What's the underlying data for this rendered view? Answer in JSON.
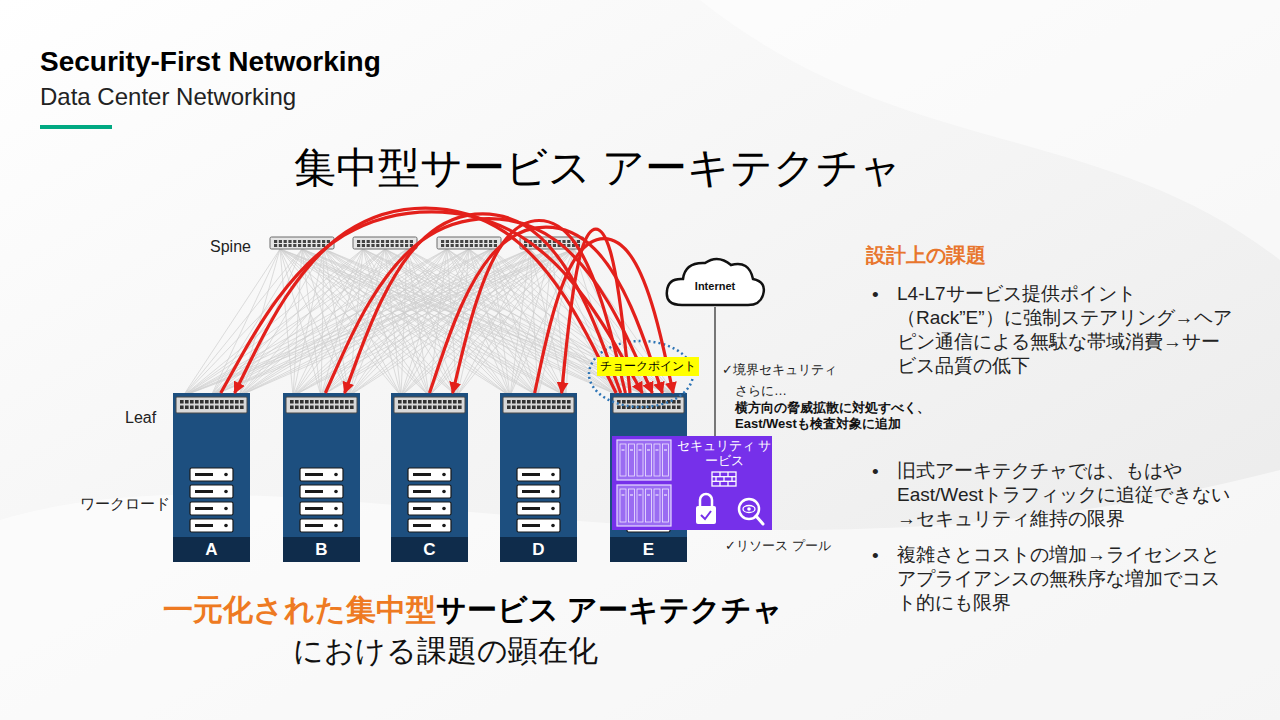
{
  "diagram": {
    "title": "集中型サービス アーキテクチャ",
    "nodes": [
      {
        "text": [
          "Internet"
        ]
      },
      {
        "text": [
          "チョークポイント"
        ]
      },
      {
        "text": [
          "A"
        ]
      },
      {
        "text": [
          "B"
        ]
      },
      {
        "text": [
          "C"
        ]
      },
      {
        "text": [
          "D"
        ]
      },
      {
        "text": [
          "E"
        ]
      },
      {
        "text": [
          "セキュリティ サービス"
        ],
        "in": 6
      }
    ],
    "edges": [
      {
        "from": 6,
        "to": 2,
        "arrow": "to"
      },
      {
        "from": 6,
        "to": 3,
        "arrow": "to"
      },
      {
        "from": 6,
        "to": 4,
        "arrow": "to"
      },
      {
        "from": 6,
        "to": 5,
        "arrow": "to"
      },
      {
        "from": 2,
        "to": 6,
        "arrow": "to"
      },
      {
        "from": 3,
        "to": 6,
        "arrow": "to"
      },
      {
        "from": 4,
        "to": 6,
        "arrow": "to"
      },
      {
        "from": 5,
        "to": 6,
        "arrow": "to"
      },
      {
        "from": 0,
        "to": 7,
        "arrow": "none"
      }
    ],
    "labels": [
      "Security-First Networking",
      "Data Center Networking",
      "Spine",
      "Leaf",
      "ワークロード",
      "✓境界セキュリティ",
      "さらに…",
      "横方向の脅威拡散に対処すべく、",
      "East/Westも検査対象に追加",
      "✓リソース プール",
      "設計上の課題",
      "•",
      "L4-L7サービス提供ポイント（Rack”E”）に強制ステアリング→ヘアピン通信による無駄な帯域消費→サービス品質の低下",
      "•",
      "旧式アーキテクチャでは、もはやEast/Westトラフィックに追従できない→セキュリティ維持の限界",
      "•",
      "複雑さとコストの増加→ライセンスとアプライアンスの無秩序な増加でコスト的にも限界",
      "一元化された集中型",
      "サービス アーキテクチャ",
      "における課題の顕在化"
    ]
  }
}
